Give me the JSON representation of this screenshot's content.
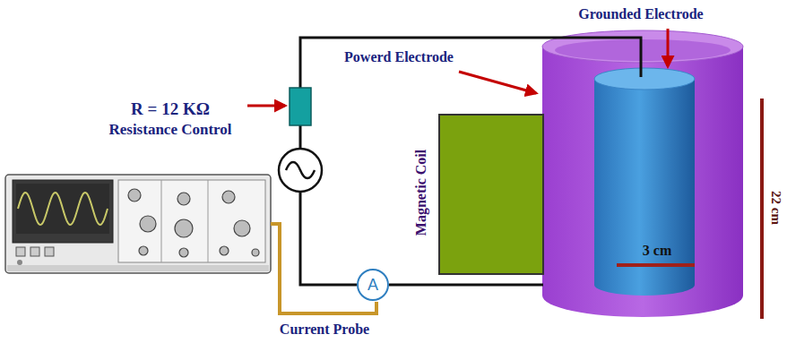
{
  "diagram": {
    "nodes": [
      {
        "text": [
          "A"
        ]
      }
    ],
    "labels": [
      "R = 12 KΩ",
      "Resistance Control",
      "Powerd Electrode",
      "Grounded Electrode",
      "Magnetic Coil",
      "3 cm",
      "22 cm",
      "Current Probe"
    ]
  }
}
